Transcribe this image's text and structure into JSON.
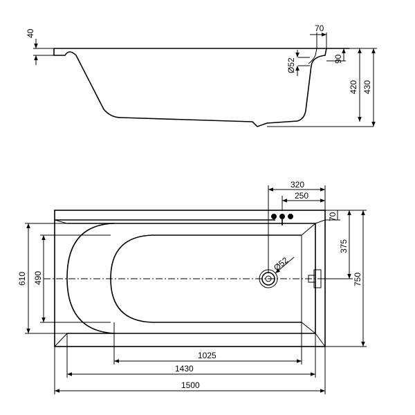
{
  "side_view": {
    "dims": {
      "rim": "40",
      "overflow_width": "70",
      "overflow_height": "90",
      "overflow_diameter": "Ø52",
      "inner_depth": "420",
      "total_height": "430"
    }
  },
  "top_view": {
    "dims": {
      "total_width": "750",
      "inner_width_outer": "610",
      "inner_width_bottom": "490",
      "tap_offset_320": "320",
      "tap_offset_250": "250",
      "rim_70": "70",
      "drain_offset": "375",
      "drain_diameter": "Ø52",
      "bottom_length": "1025",
      "inner_length": "1430",
      "total_length": "1500"
    }
  },
  "colors": {
    "line": "#000000",
    "background": "#ffffff"
  }
}
